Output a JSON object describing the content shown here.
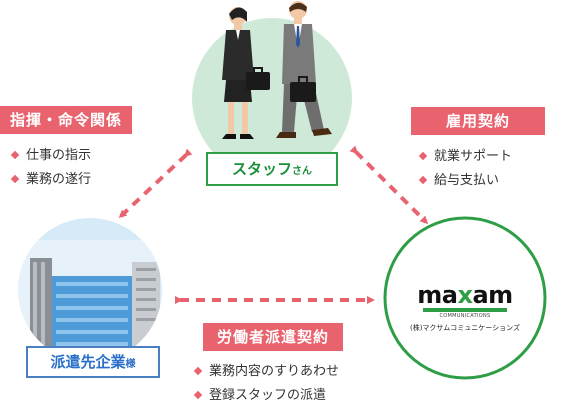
{
  "staff": {
    "label": "スタッフ",
    "suffix": "さん"
  },
  "client": {
    "label": "派遣先企業",
    "suffix": "様"
  },
  "company": {
    "logo_prefix": "ma",
    "logo_accent": "x",
    "logo_suffix": "am",
    "logo_sub": "COMMUNICATIONS",
    "name": "(株)マクサムコミュニケーションズ"
  },
  "relations": {
    "command": {
      "title": "指揮・命令関係",
      "items": [
        "仕事の指示",
        "業務の遂行"
      ]
    },
    "employment": {
      "title": "雇用契約",
      "items": [
        "就業サポート",
        "給与支払い"
      ]
    },
    "dispatch": {
      "title": "労働者派遣契約",
      "items": [
        "業務内容のすりあわせ",
        "登録スタッフの派遣"
      ]
    }
  },
  "colors": {
    "accent": "#e9636f",
    "green": "#2e9e46",
    "blue": "#4a7fc1",
    "mint": "#cfe9d8",
    "sky": "#d6ebf7"
  }
}
